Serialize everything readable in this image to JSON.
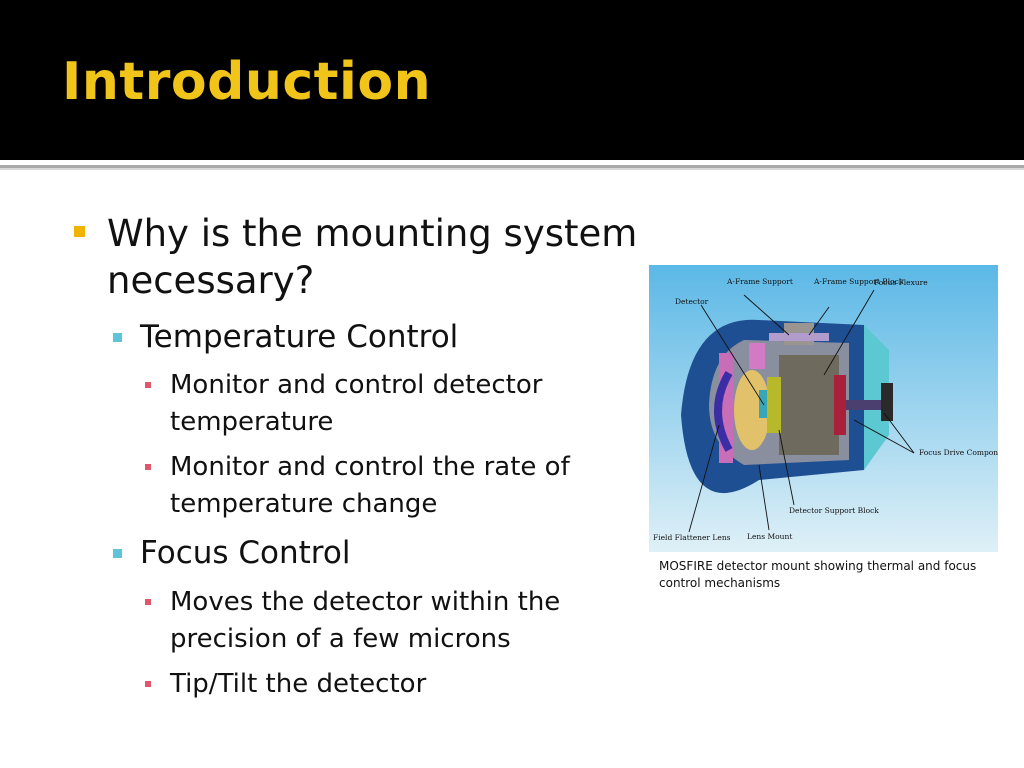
{
  "slide": {
    "title": "Introduction",
    "bullets": {
      "l1": "Why is the mounting system necessary?",
      "temp": "Temperature Control",
      "temp_sub1": "Monitor and control detector temperature",
      "temp_sub2": "Monitor and control the rate of temperature change",
      "focus": "Focus Control",
      "focus_sub1": "Moves the detector within the precision of a few microns",
      "focus_sub2": "Tip/Tilt the detector"
    },
    "figure": {
      "caption": "MOSFIRE detector mount showing thermal and focus control mechanisms",
      "labels": {
        "aframe_support": "A-Frame Support",
        "aframe_block": "A-Frame Support Block",
        "focus_flexure": "Focus Flexure",
        "detector": "Detector",
        "focus_drive": "Focus Drive Components",
        "support_block": "Detector Support Block",
        "field_lens": "Field Flattener Lens",
        "lens_mount": "Lens Mount"
      }
    }
  },
  "colors": {
    "title": "#f0c419",
    "level1_marker": "#f0b400",
    "level2_marker": "#5ec4d9",
    "level3_marker": "#e0566a"
  }
}
